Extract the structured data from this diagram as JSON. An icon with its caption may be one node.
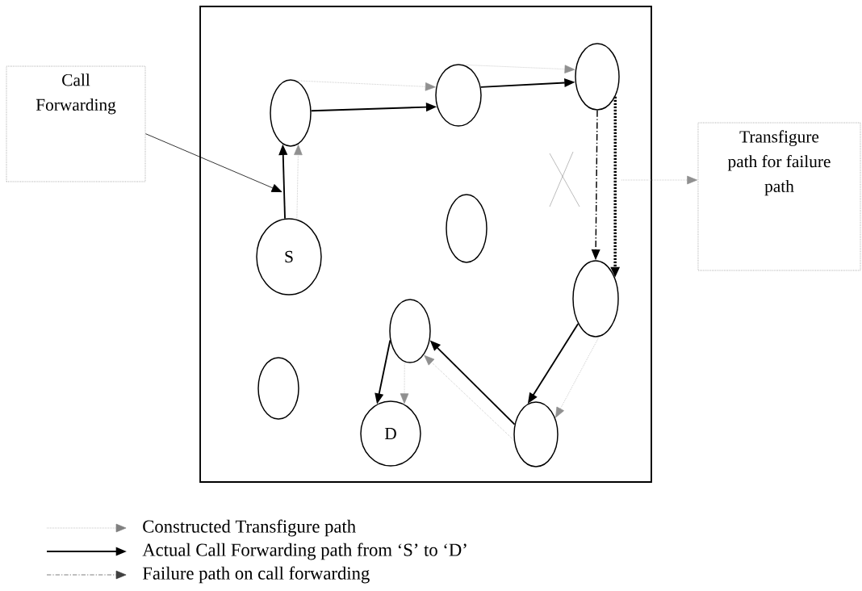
{
  "diagram": {
    "nodes": [
      {
        "text": [
          "Call Forwarding"
        ]
      },
      {
        "text": [],
        "shape": "box"
      },
      {
        "text": [],
        "shape": "circle",
        "in": 1
      },
      {
        "text": [],
        "shape": "circle",
        "in": 1
      },
      {
        "text": [],
        "shape": "circle",
        "in": 1
      },
      {
        "text": [
          "S"
        ],
        "in": 1
      },
      {
        "text": [],
        "shape": "circle",
        "in": 1
      },
      {
        "text": [
          "Transfigure path for failure path"
        ]
      },
      {
        "text": [],
        "shape": "circle",
        "in": 1
      },
      {
        "text": [],
        "shape": "circle",
        "in": 1
      },
      {
        "text": [],
        "shape": "circle",
        "in": 1
      },
      {
        "text": [
          "D"
        ],
        "in": 1
      },
      {
        "text": [],
        "shape": "circle",
        "in": 1
      }
    ],
    "edges": [
      {
        "from": 5,
        "to": 2,
        "arrow": "to"
      },
      {
        "from": 5,
        "to": 2,
        "arrow": "to",
        "style": "dashed",
        "color": "#909090"
      },
      {
        "from": 2,
        "to": 3,
        "arrow": "to"
      },
      {
        "from": 2,
        "to": 3,
        "arrow": "to",
        "style": "dashed",
        "color": "#909090"
      },
      {
        "from": 3,
        "to": 4,
        "arrow": "to"
      },
      {
        "from": 3,
        "to": 4,
        "arrow": "to",
        "style": "dashed",
        "color": "#909090"
      },
      {
        "from": 4,
        "to": 8,
        "arrow": "to",
        "style": "dashed"
      },
      {
        "from": 4,
        "to": 8,
        "arrow": "to",
        "style": "dashed"
      },
      {
        "from": 8,
        "to": 12,
        "arrow": "to"
      },
      {
        "from": 8,
        "to": 12,
        "arrow": "to",
        "style": "dashed",
        "color": "#909090"
      },
      {
        "from": 12,
        "to": 9,
        "arrow": "to"
      },
      {
        "from": 12,
        "to": 9,
        "arrow": "to",
        "style": "dashed",
        "color": "#909090"
      },
      {
        "from": 9,
        "to": 11,
        "arrow": "to"
      },
      {
        "from": 9,
        "to": 11,
        "arrow": "to",
        "style": "dashed",
        "color": "#909090"
      },
      {
        "from": 0,
        "to": null,
        "arrow": "to"
      },
      {
        "from": null,
        "to": 7,
        "arrow": "to",
        "style": "dashed",
        "color": "#909090"
      }
    ],
    "legend": [
      {
        "text": "Constructed Transfigure path"
      },
      {
        "text": "Actual Call Forwarding path from ‘S’ to ‘D’"
      },
      {
        "text": "Failure path on call forwarding"
      }
    ]
  }
}
